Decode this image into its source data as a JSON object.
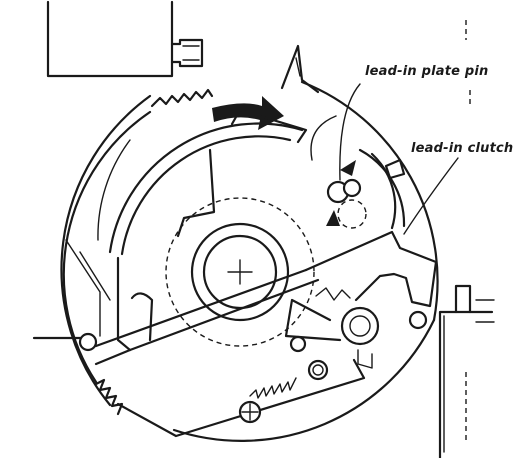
{
  "labels": {
    "lead_in_plate_pin": "lead-in plate pin",
    "lead_in_clutch": "lead-in clutch"
  },
  "colors": {
    "ink": "#1a1a1a",
    "paper": "#ffffff"
  },
  "icons": {
    "rotation_arrow": "curved-arrow-right",
    "center_mark": "plus",
    "screw": "phillips-screw"
  }
}
